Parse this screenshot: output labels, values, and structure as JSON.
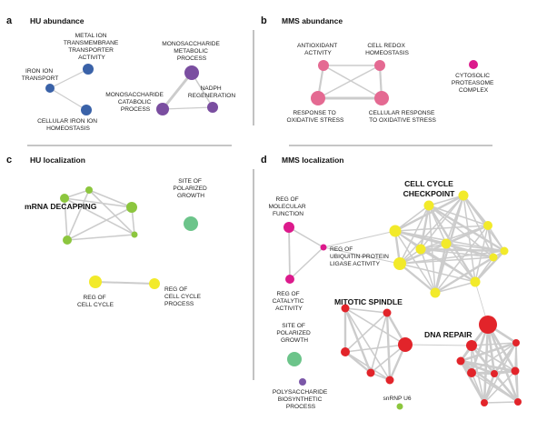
{
  "panels": {
    "a": {
      "letter": "a",
      "title": "HU abundance"
    },
    "b": {
      "letter": "b",
      "title": "MMS abundance"
    },
    "c": {
      "letter": "c",
      "title": "HU localization"
    },
    "d": {
      "letter": "d",
      "title": "MMS localization"
    }
  },
  "colors": {
    "blue": "#3a62a8",
    "purple": "#7a4ea0",
    "pink": "#e46a92",
    "magenta": "#dc1a8c",
    "lightgreen": "#8cc63e",
    "yellow": "#f2ea2a",
    "green": "#6cc48a",
    "red": "#e2242a",
    "violet": "#7b57a8",
    "edge": "#cccccc"
  },
  "cluster_labels": {
    "mrna_decapping": "mRNA DECAPPING",
    "cell_cycle_checkpoint_1": "CELL CYCLE",
    "cell_cycle_checkpoint_2": "CHECKPOINT",
    "mitotic_spindle": "MITOTIC SPINDLE",
    "dna_repair": "DNA REPAIR"
  },
  "terms": {
    "metal_ion": [
      "METAL ION",
      "TRANSMEMBRANE",
      "TRANSPORTER",
      "ACTIVITY"
    ],
    "iron_ion_transport": [
      "IRON ION",
      "TRANSPORT"
    ],
    "cellular_iron": [
      "CELLULAR IRON ION",
      "HOMEOSTASIS"
    ],
    "mono_metabolic": [
      "MONOSACCHARIDE",
      "METABOLIC",
      "PROCESS"
    ],
    "mono_catabolic": [
      "MONOSACCHARIDE",
      "CATABOLIC",
      "PROCESS"
    ],
    "nadph": [
      "NADPH",
      "REGENERATION"
    ],
    "antioxidant": [
      "ANTIOXIDANT",
      "ACTIVITY"
    ],
    "cell_redox": [
      "CELL REDOX",
      "HOMEOSTASIS"
    ],
    "cytosolic_proteasome": [
      "CYTOSOLIC",
      "PROTEASOME",
      "COMPLEX"
    ],
    "response_oxidative": [
      "RESPONSE TO",
      "OXIDATIVE STRESS"
    ],
    "cellular_response_oxidative": [
      "CELLULAR RESPONSE",
      "TO OXIDATIVE STRESS"
    ],
    "site_polarized_c": [
      "SITE OF",
      "POLARIZED",
      "GROWTH"
    ],
    "reg_cell_cycle": [
      "REG OF",
      "CELL CYCLE"
    ],
    "reg_cell_cycle_process": [
      "REG OF",
      "CELL CYCLE",
      "PROCESS"
    ],
    "reg_molecular": [
      "REG OF",
      "MOLECULAR",
      "FUNCTION"
    ],
    "reg_ubiquitin": [
      "REG OF",
      "UBIQUITIN-PROTEIN",
      "LIGASE ACTIVITY"
    ],
    "reg_catalytic": [
      "REG OF",
      "CATALYTIC",
      "ACTIVITY"
    ],
    "site_polarized_d": [
      "SITE OF",
      "POLARIZED",
      "GROWTH"
    ],
    "polysaccharide": [
      "POLYSACCHARIDE",
      "BIOSYNTHETIC",
      "PROCESS"
    ],
    "snrnp": [
      "snRNP U6"
    ]
  }
}
